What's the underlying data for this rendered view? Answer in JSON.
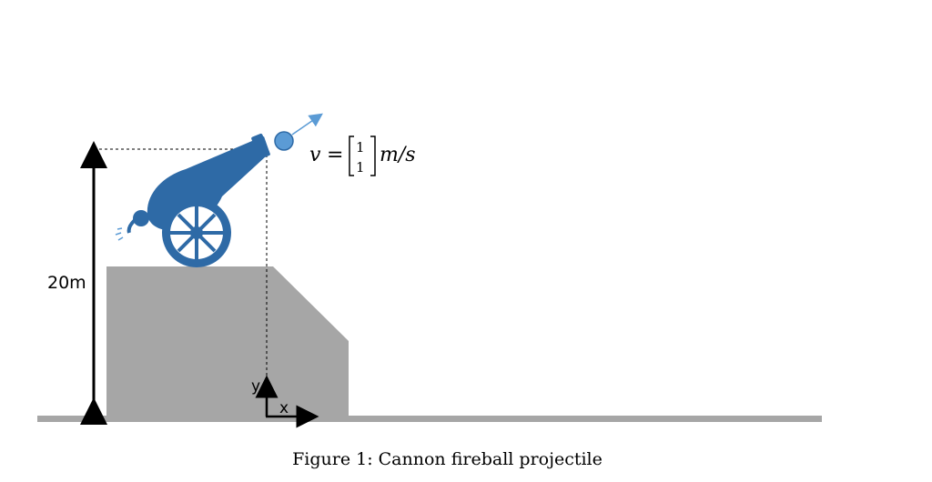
{
  "height_label": "20m",
  "velocity": {
    "symbol": "v",
    "equals": "=",
    "vector_top": "1",
    "vector_bottom": "1",
    "unit": "m/s"
  },
  "axes": {
    "y_label": "y",
    "x_label": "x"
  },
  "caption": "Figure 1:  Cannon fireball projectile",
  "colors": {
    "cannon": "#2e6aa6",
    "fireball": "#5b9bd5",
    "velocity_arrow": "#5b9bd5",
    "platform": "#a6a6a6",
    "ground": "#a6a6a6"
  }
}
